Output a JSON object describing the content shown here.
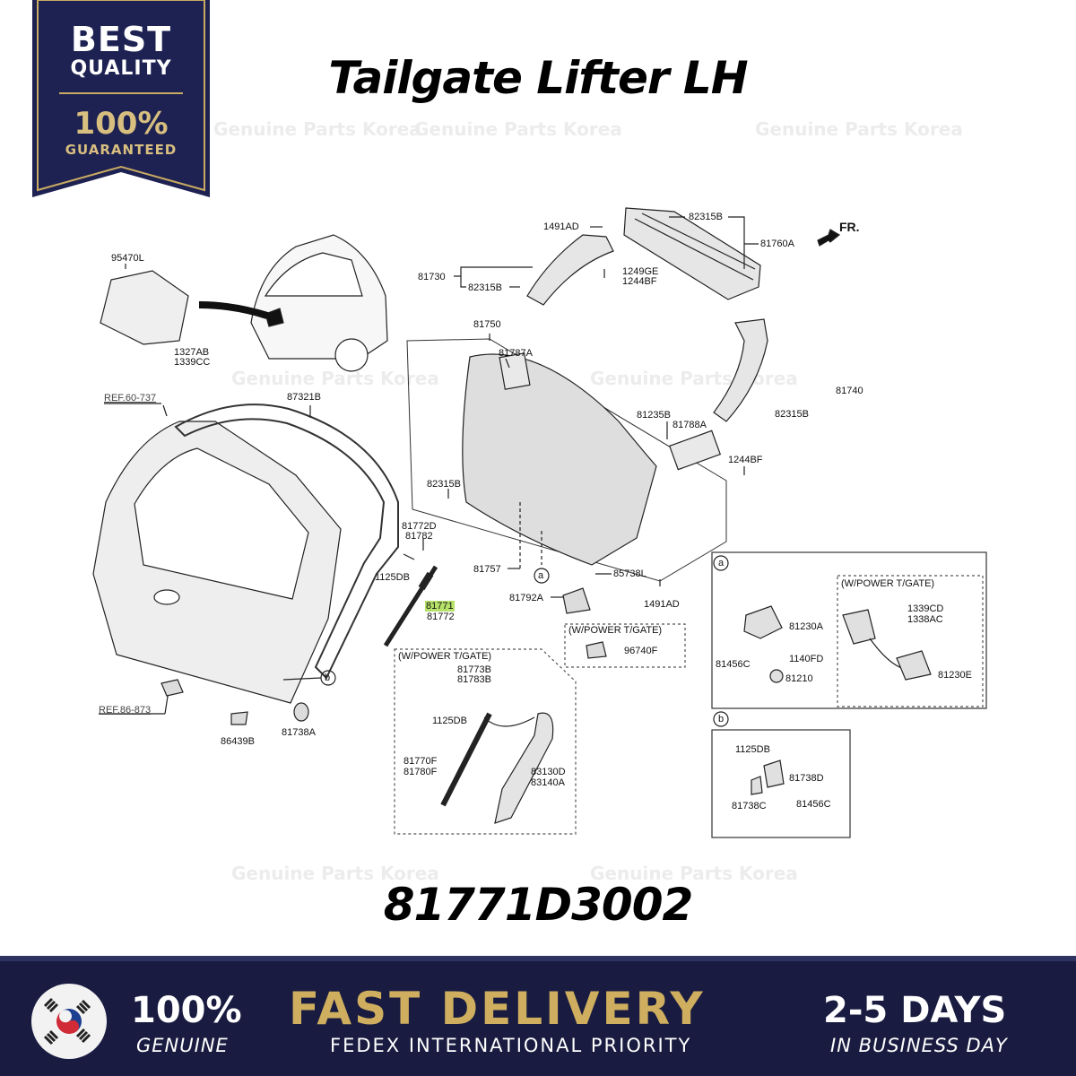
{
  "badge": {
    "line1": "BEST",
    "line2": "QUALITY",
    "line3": "100%",
    "line4": "GUARANTEED"
  },
  "title": "Tailgate Lifter LH",
  "part_number": "81771D3002",
  "watermark": "Genuine Parts Korea",
  "diagram": {
    "labels": [
      {
        "id": "l1491ad_top",
        "text": "1491AD"
      },
      {
        "id": "l82315b_top",
        "text": "82315B"
      },
      {
        "id": "lfr",
        "text": "FR."
      },
      {
        "id": "l81760a",
        "text": "81760A"
      },
      {
        "id": "l81730",
        "text": "81730"
      },
      {
        "id": "l82315b_a",
        "text": "82315B"
      },
      {
        "id": "l1249ge",
        "text": "1249GE"
      },
      {
        "id": "l1244bf_a",
        "text": "1244BF"
      },
      {
        "id": "l95470l",
        "text": "95470L"
      },
      {
        "id": "l1327ab",
        "text": "1327AB"
      },
      {
        "id": "l1339cc",
        "text": "1339CC"
      },
      {
        "id": "l81750",
        "text": "81750"
      },
      {
        "id": "l81787a",
        "text": "81787A"
      },
      {
        "id": "l81740",
        "text": "81740"
      },
      {
        "id": "l82315b_b",
        "text": "82315B"
      },
      {
        "id": "lref60",
        "text": "REF.60-737"
      },
      {
        "id": "l87321b",
        "text": "87321B"
      },
      {
        "id": "l81235b",
        "text": "81235B"
      },
      {
        "id": "l81788a",
        "text": "81788A"
      },
      {
        "id": "l1244bf_b",
        "text": "1244BF"
      },
      {
        "id": "l82315b_c",
        "text": "82315B"
      },
      {
        "id": "l81772d",
        "text": "81772D"
      },
      {
        "id": "l81782",
        "text": "81782"
      },
      {
        "id": "l1125db_a",
        "text": "1125DB"
      },
      {
        "id": "l81757",
        "text": "81757"
      },
      {
        "id": "la_circle",
        "text": "a"
      },
      {
        "id": "l85738l",
        "text": "85738L"
      },
      {
        "id": "l1491ad_b",
        "text": "1491AD"
      },
      {
        "id": "l81771",
        "text": "81771"
      },
      {
        "id": "l81772",
        "text": "81772"
      },
      {
        "id": "l81792a",
        "text": "81792A"
      },
      {
        "id": "lwpower_a",
        "text": "(W/POWER T/GATE)"
      },
      {
        "id": "l96740f",
        "text": "96740F"
      },
      {
        "id": "lb_circle",
        "text": "b"
      },
      {
        "id": "lref86",
        "text": "REF.86-873"
      },
      {
        "id": "l86439b",
        "text": "86439B"
      },
      {
        "id": "l81738a",
        "text": "81738A"
      },
      {
        "id": "lwpower_b",
        "text": "(W/POWER T/GATE)"
      },
      {
        "id": "l81773b",
        "text": "81773B"
      },
      {
        "id": "l81783b",
        "text": "81783B"
      },
      {
        "id": "l1125db_b",
        "text": "1125DB"
      },
      {
        "id": "l81770f",
        "text": "81770F"
      },
      {
        "id": "l81780f",
        "text": "81780F"
      },
      {
        "id": "l83130d",
        "text": "83130D"
      },
      {
        "id": "l83140a",
        "text": "83140A"
      },
      {
        "id": "lpa",
        "text": "a"
      },
      {
        "id": "lwpower_c",
        "text": "(W/POWER T/GATE)"
      },
      {
        "id": "l81230a",
        "text": "81230A"
      },
      {
        "id": "l1339cd",
        "text": "1339CD"
      },
      {
        "id": "l1338ac",
        "text": "1338AC"
      },
      {
        "id": "l81456c_a",
        "text": "81456C"
      },
      {
        "id": "l1140fd",
        "text": "1140FD"
      },
      {
        "id": "l81210",
        "text": "81210"
      },
      {
        "id": "l81230e",
        "text": "81230E"
      },
      {
        "id": "lpb",
        "text": "b"
      },
      {
        "id": "l1125db_c",
        "text": "1125DB"
      },
      {
        "id": "l81738d",
        "text": "81738D"
      },
      {
        "id": "l81738c",
        "text": "81738C"
      },
      {
        "id": "l81456c_b",
        "text": "81456C"
      }
    ]
  },
  "footer": {
    "genuine_big": "100%",
    "genuine_small": "GENUINE",
    "delivery_big": "FAST DELIVERY",
    "delivery_small": "FEDEX INTERNATIONAL PRIORITY",
    "days_big": "2-5 DAYS",
    "days_small": "IN BUSINESS DAY"
  },
  "colors": {
    "navy": "#191c40",
    "gold": "#cfae5f",
    "highlight": "#b7e26a"
  },
  "icons": {
    "flag": "korea-flag-icon"
  }
}
